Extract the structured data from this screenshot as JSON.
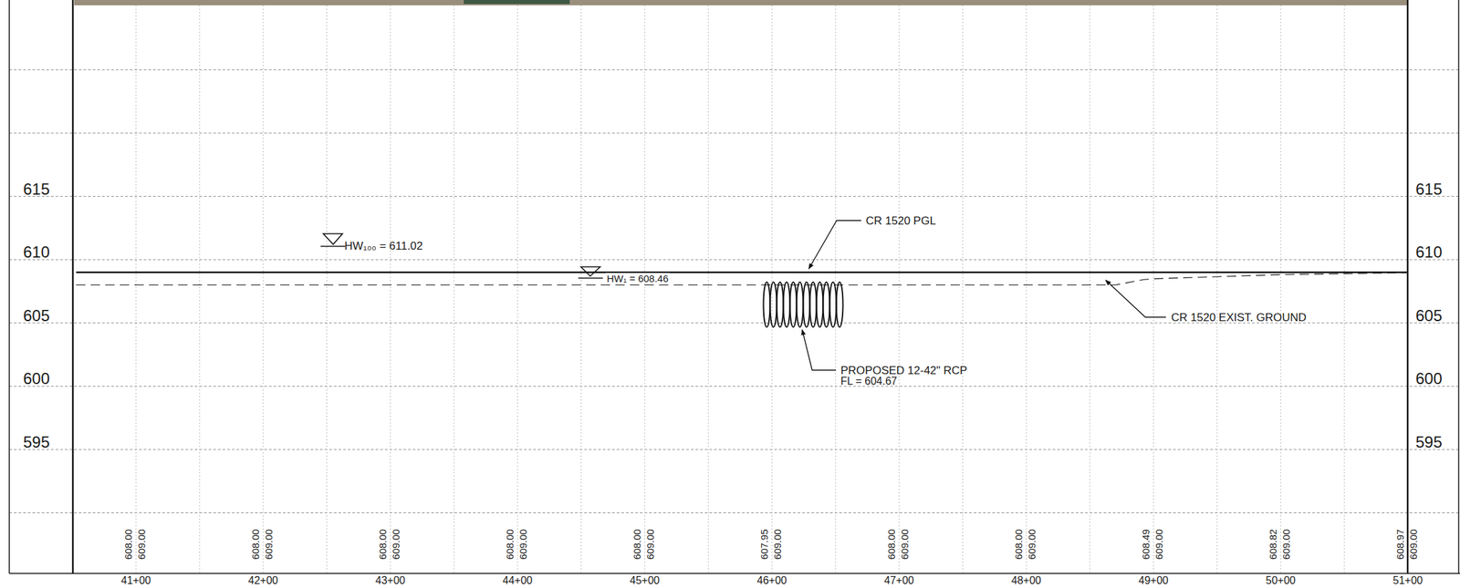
{
  "diagram": {
    "labels": [
      "HW₁₀₀ = 611.02",
      "HW₁ = 608.46",
      "CR 1520 PGL",
      "CR 1520 EXIST. GROUND",
      "PROPOSED 12-42\" RCP",
      "FL = 604.67",
      "615",
      "610",
      "605",
      "600",
      "595",
      "615",
      "610",
      "605",
      "600",
      "595",
      "608.00",
      "609.00",
      "608.00",
      "609.00",
      "608.00",
      "609.00",
      "608.00",
      "609.00",
      "608.00",
      "609.00",
      "607.95",
      "609.00",
      "608.00",
      "609.00",
      "608.00",
      "609.00",
      "608.49",
      "609.00",
      "608.82",
      "609.00",
      "608.97",
      "609.00",
      "41+00",
      "42+00",
      "43+00",
      "44+00",
      "45+00",
      "46+00",
      "47+00",
      "48+00",
      "49+00",
      "50+00",
      "51+00"
    ]
  }
}
